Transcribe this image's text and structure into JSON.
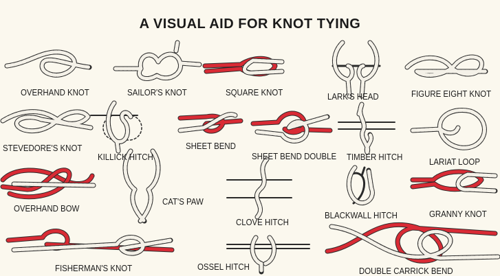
{
  "title": "A VISUAL AID FOR KNOT TYING",
  "colors": {
    "rope_white": "#f4f1e8",
    "rope_red": "#d92b35",
    "outline": "#2a2a2a",
    "background": "#fbf8ee"
  },
  "knots": [
    {
      "id": "overhand-knot",
      "label": "OVERHAND KNOT",
      "colored": false
    },
    {
      "id": "sailors-knot",
      "label": "SAILOR'S KNOT",
      "colored": false
    },
    {
      "id": "square-knot",
      "label": "SQUARE KNOT",
      "colored": true
    },
    {
      "id": "larks-head",
      "label": "LARK'S HEAD",
      "colored": false
    },
    {
      "id": "figure-eight-knot",
      "label": "FIGURE EIGHT KNOT",
      "colored": false
    },
    {
      "id": "stevedores-knot",
      "label": "STEVEDORE'S KNOT",
      "colored": false
    },
    {
      "id": "killick-hitch",
      "label": "KILLICK HITCH",
      "colored": false
    },
    {
      "id": "sheet-bend",
      "label": "SHEET BEND",
      "colored": true
    },
    {
      "id": "sheet-bend-double",
      "label": "SHEET BEND DOUBLE",
      "colored": true
    },
    {
      "id": "timber-hitch",
      "label": "TIMBER HITCH",
      "colored": false
    },
    {
      "id": "lariat-loop",
      "label": "LARIAT LOOP",
      "colored": false
    },
    {
      "id": "overhand-bow",
      "label": "OVERHAND BOW",
      "colored": true
    },
    {
      "id": "cats-paw",
      "label": "CAT'S PAW",
      "colored": false
    },
    {
      "id": "clove-hitch",
      "label": "CLOVE HITCH",
      "colored": false
    },
    {
      "id": "blackwall-hitch",
      "label": "BLACKWALL HITCH",
      "colored": false
    },
    {
      "id": "granny-knot",
      "label": "GRANNY KNOT",
      "colored": true
    },
    {
      "id": "fishermans-knot",
      "label": "FISHERMAN'S KNOT",
      "colored": true
    },
    {
      "id": "ossel-hitch",
      "label": "OSSEL HITCH",
      "colored": false
    },
    {
      "id": "double-carrick-bend",
      "label": "DOUBLE CARRICK BEND",
      "colored": true
    }
  ]
}
